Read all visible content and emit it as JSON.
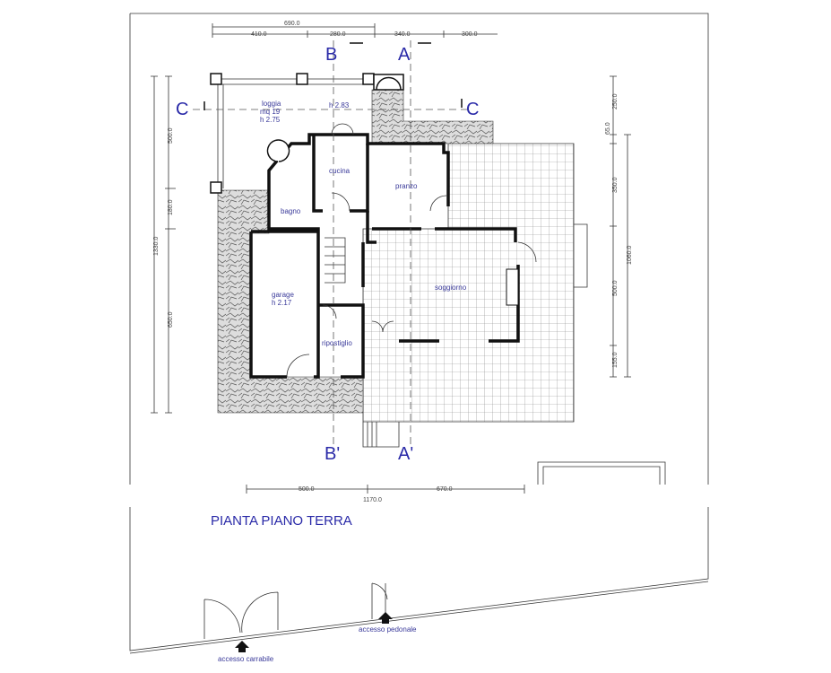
{
  "title": "PIANTA PIANO TERRA",
  "sections": {
    "a": "A",
    "b": "B",
    "c": "C",
    "a_end": "A'",
    "b_end": "B'"
  },
  "rooms": {
    "loggia": [
      "loggia",
      "mq 19",
      "h 2.75"
    ],
    "loggia_h": "h 2.83",
    "cucina": "cucina",
    "pranzo": "pranzo",
    "bagno": "bagno",
    "garage": [
      "garage",
      "h 2.17"
    ],
    "ripostiglio": "ripostiglio",
    "soggiorno": "soggiorno"
  },
  "dimensions": {
    "top_total": "690.0",
    "top": [
      "410.0",
      "280.0",
      "340.0",
      "300.0"
    ],
    "left_total": "1330.0",
    "left": [
      "500.0",
      "180.0",
      "650.0"
    ],
    "right": [
      "250.0",
      "65.0",
      "350.0",
      "500.0",
      "155.0"
    ],
    "right_total": "1060.0",
    "bottom": [
      "500.0",
      "1170.0",
      "670.0"
    ]
  },
  "access": {
    "carrabile": "accesso carrabile",
    "pedonale": "accesso pedonale"
  },
  "colors": {
    "label": "#2a2aa8",
    "wall": "#111111"
  }
}
